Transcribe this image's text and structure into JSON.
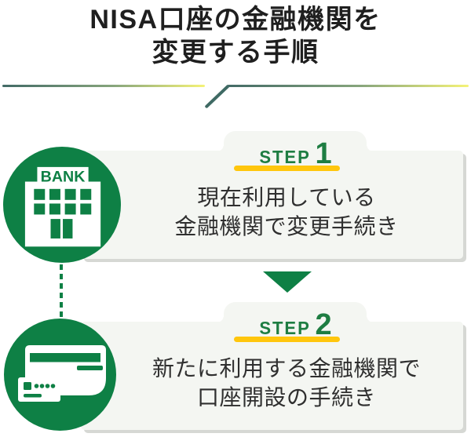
{
  "title": {
    "line1": "NISA口座の金融機関を",
    "line2": "変更する手順"
  },
  "steps": [
    {
      "label": "STEP",
      "number": "1",
      "icon": "bank-icon",
      "icon_text": "BANK",
      "line1": "現在利用している",
      "line2": "金融機関で変更手続き"
    },
    {
      "label": "STEP",
      "number": "2",
      "icon": "credit-card-icon",
      "line1": "新たに利用する金融機関で",
      "line2": "口座開設の手続き"
    }
  ],
  "colors": {
    "circle_green": "#0e8045",
    "step_text_green": "#1e7d42",
    "underline_yellow": "#ffc60d",
    "card_background": "#f4f6f2",
    "card_shadow": "#d6d8d4",
    "divider_dark": "#426a66",
    "divider_light": "#f5f378",
    "body_text": "#2f2f2f",
    "title_text": "#1f1f1f"
  }
}
